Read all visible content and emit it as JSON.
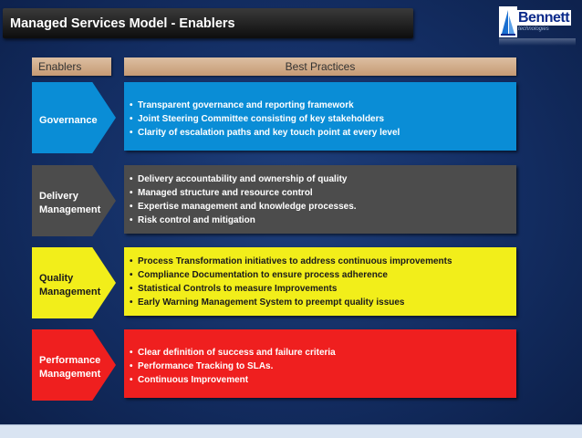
{
  "title": "Managed Services Model - Enablers",
  "logo": {
    "name": "Bennett",
    "sub": "technologies"
  },
  "headers": {
    "left": "Enablers",
    "right": "Best Practices"
  },
  "rows": [
    {
      "label_lines": [
        "Governance"
      ],
      "color": "#0a8dd6",
      "items": [
        "Transparent governance and reporting framework",
        "Joint Steering Committee consisting of key stakeholders",
        "Clarity of escalation paths and key touch point at every level"
      ]
    },
    {
      "label_lines": [
        "Delivery",
        "Management"
      ],
      "color": "#4c4c4c",
      "items": [
        "Delivery accountability and ownership of quality",
        "Managed structure and resource control",
        "Expertise management and knowledge processes.",
        "Risk control and mitigation"
      ]
    },
    {
      "label_lines": [
        "Quality",
        "Management"
      ],
      "color": "#f2ee1a",
      "items": [
        "Process Transformation initiatives to address continuous improvements",
        "Compliance Documentation to ensure process adherence",
        "Statistical Controls to measure Improvements",
        "Early Warning Management System to preempt quality issues"
      ]
    },
    {
      "label_lines": [
        "Performance",
        "Management"
      ],
      "color": "#ef1f1f",
      "items": [
        "Clear definition of success and failure criteria",
        "Performance Tracking  to SLAs.",
        "Continuous Improvement"
      ]
    }
  ]
}
